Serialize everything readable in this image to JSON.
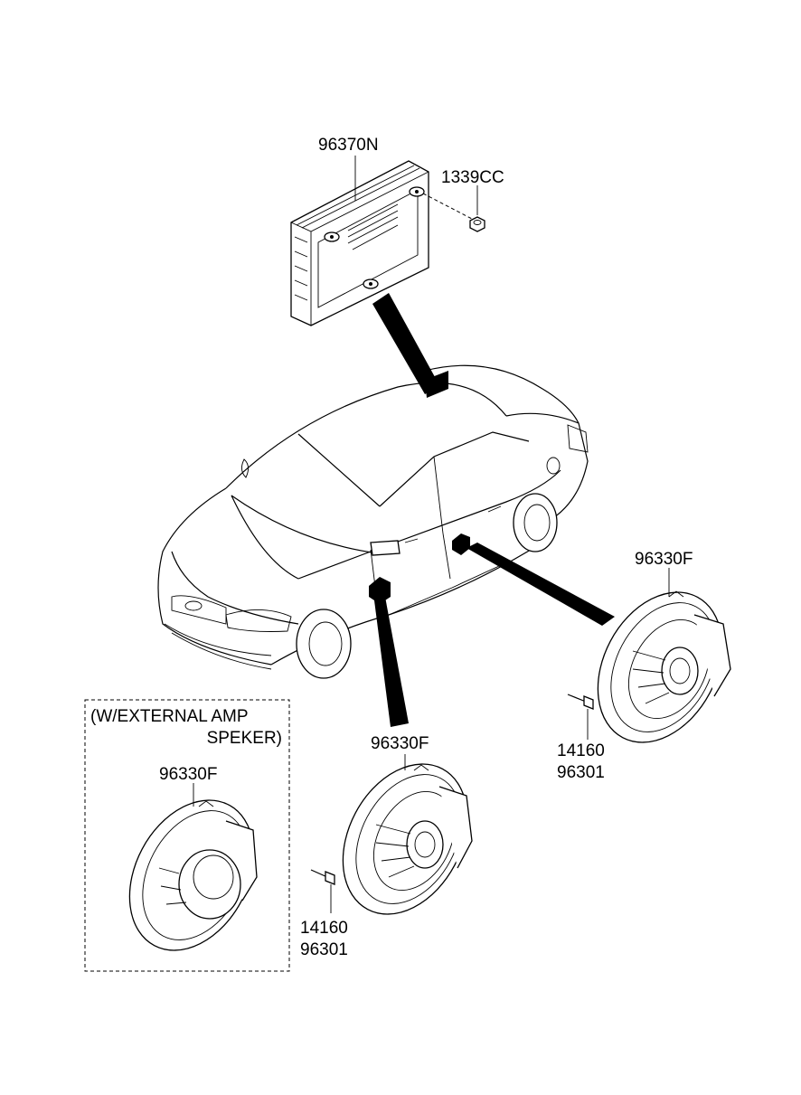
{
  "labels": {
    "amp": "96370N",
    "amp_nut": "1339CC",
    "door_speaker_front": "96330F",
    "door_speaker_rear": "96330F",
    "inset_speaker": "96330F",
    "screw_front_a": "14160",
    "screw_front_b": "96301",
    "screw_rear_a": "14160",
    "screw_rear_b": "96301"
  },
  "inset": {
    "line1": "(W/EXTERNAL AMP",
    "line2": "SPEKER)"
  }
}
